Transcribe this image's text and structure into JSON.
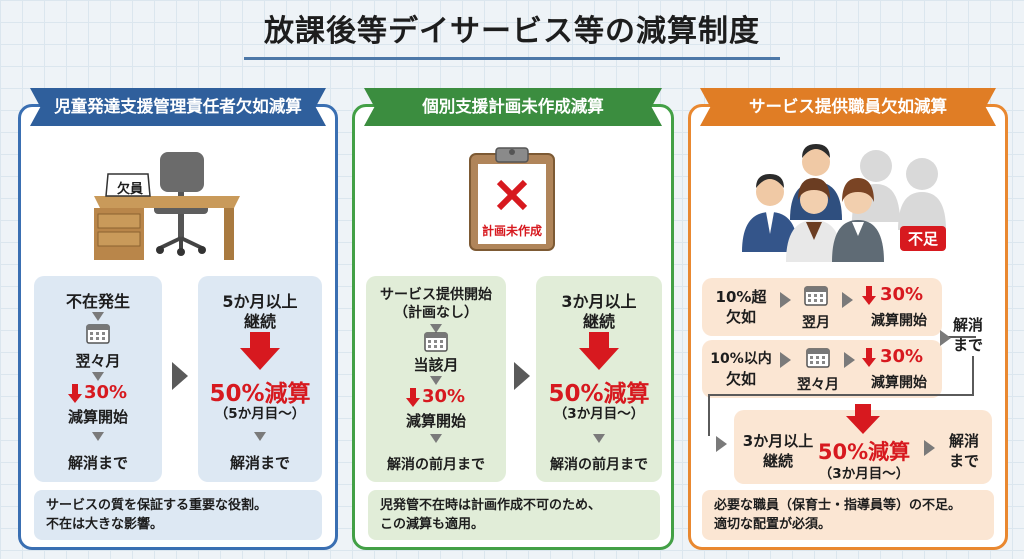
{
  "title": "放課後等デイサービス等の減算制度",
  "panels": [
    {
      "header": "児童発達支援管理責任者欠如減算",
      "sign": "欠員",
      "left_flow": [
        "不在発生",
        "翌々月",
        "30%",
        "減算開始",
        "解消まで"
      ],
      "right_flow": [
        "5か月以上",
        "継続",
        "50%減算",
        "（5か月目〜）",
        "解消まで"
      ],
      "footer": [
        "サービスの質を保証する重要な役割。",
        "不在は大きな影響。"
      ]
    },
    {
      "header": "個別支援計画未作成減算",
      "clip_label": "計画未作成",
      "left_flow": [
        "サービス提供開始",
        "（計画なし）",
        "当該月",
        "30%",
        "減算開始",
        "解消の前月まで"
      ],
      "right_flow": [
        "3か月以上",
        "継続",
        "50%減算",
        "（3か月目〜）",
        "解消の前月まで"
      ],
      "footer": [
        "児発管不在時は計画作成不可のため、",
        "この減算も適用。"
      ]
    },
    {
      "header": "サービス提供職員欠如減算",
      "badge": "不足",
      "row1": [
        "10%超",
        "欠如",
        "翌月",
        "30%",
        "減算開始"
      ],
      "row2": [
        "10%以内",
        "欠如",
        "翌々月",
        "30%",
        "減算開始"
      ],
      "row3": [
        "3か月以上",
        "継続",
        "50%減算",
        "（3か月目〜）"
      ],
      "resolve": [
        "解消",
        "まで"
      ],
      "footer": [
        "必要な職員（保育士・指導員等）の不足。",
        "適切な配置が必須。"
      ]
    }
  ],
  "colors": {
    "blue": "#3a6fb2",
    "green": "#43a046",
    "orange": "#e98830",
    "red": "#d7191f"
  }
}
